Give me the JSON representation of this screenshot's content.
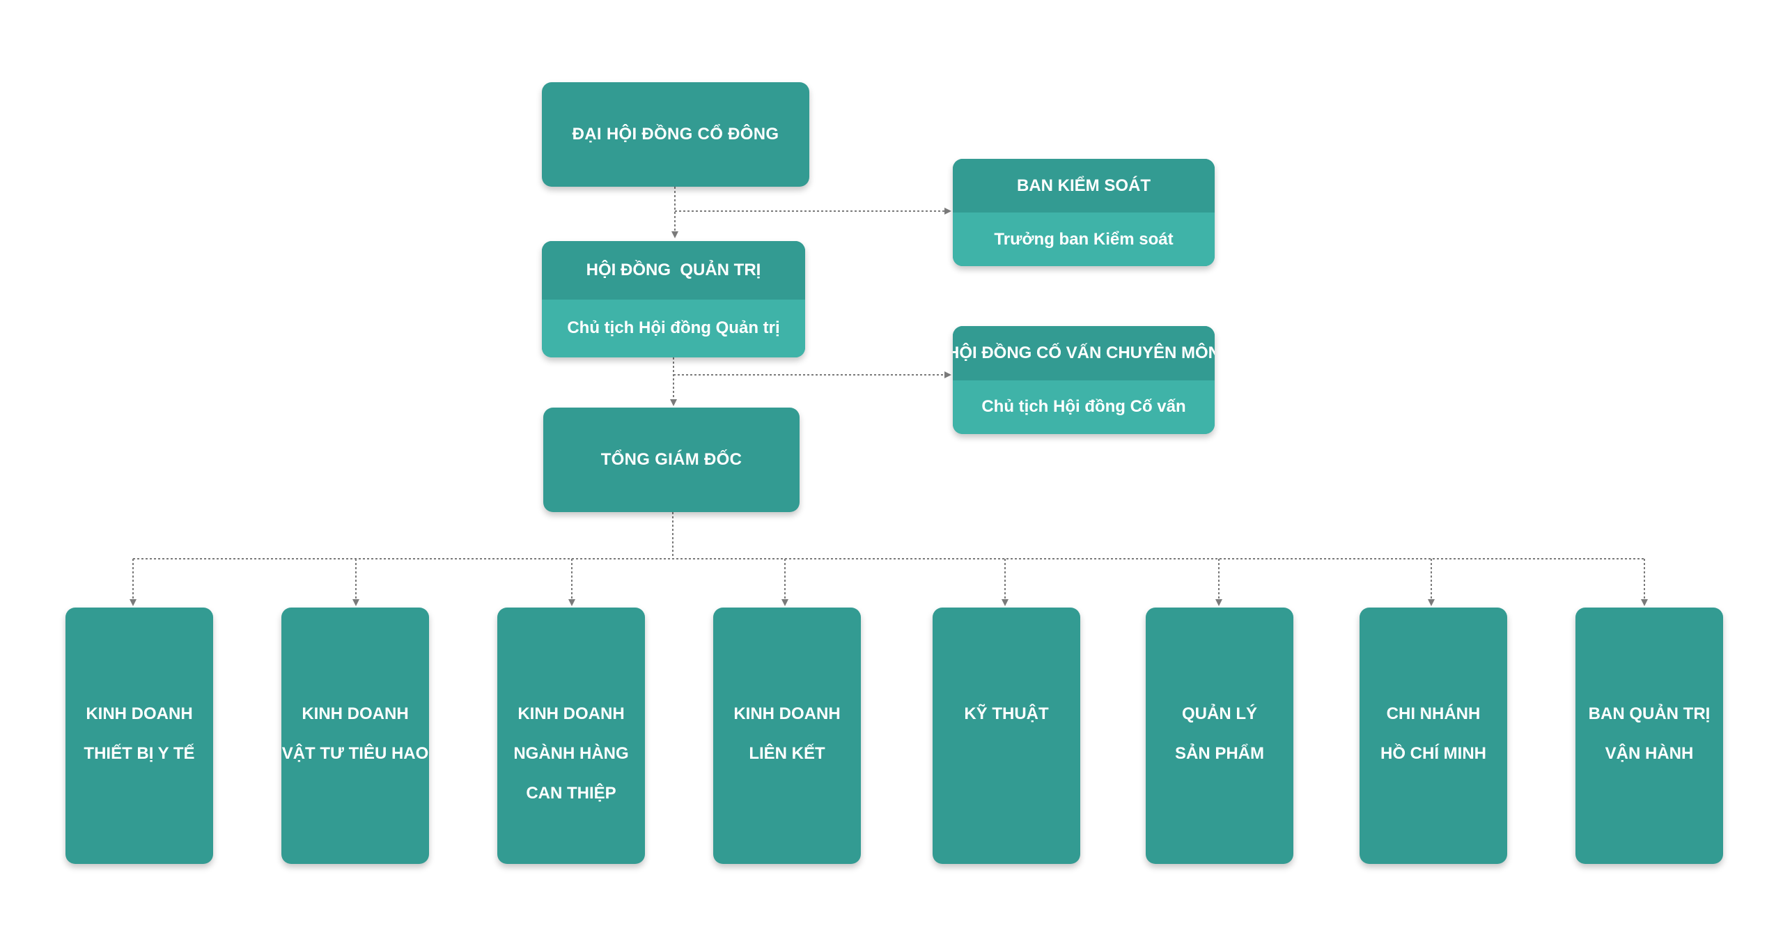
{
  "colors": {
    "box": "#339b92",
    "sub_box": "#3fb3a8",
    "connector": "#7a7a7a"
  },
  "shareholders": {
    "title": "ĐẠI HỘI ĐỒNG CỔ ĐÔNG"
  },
  "supervisory": {
    "title": "BAN KIỂM SOÁT",
    "sub": "Trưởng ban Kiểm soát"
  },
  "board": {
    "title": "HỘI ĐỒNG  QUẢN TRỊ",
    "sub": "Chủ tịch Hội đồng Quản trị"
  },
  "advisory": {
    "title": "HỘI ĐỒNG CỐ VẤN CHUYÊN MÔN",
    "sub": "Chủ tịch Hội đồng Cố vấn"
  },
  "ceo": {
    "title": "TỔNG GIÁM ĐỐC"
  },
  "departments": [
    {
      "lines": [
        "KINH DOANH",
        "THIẾT BỊ Y TẾ"
      ]
    },
    {
      "lines": [
        "KINH DOANH",
        "VẬT TƯ TIÊU HAO"
      ]
    },
    {
      "lines": [
        "KINH DOANH",
        "NGÀNH HÀNG",
        "CAN THIỆP"
      ]
    },
    {
      "lines": [
        "KINH DOANH",
        "LIÊN KẾT"
      ]
    },
    {
      "lines": [
        "KỸ THUẬT"
      ]
    },
    {
      "lines": [
        "QUẢN LÝ",
        "SẢN PHẨM"
      ]
    },
    {
      "lines": [
        "CHI NHÁNH",
        "HỒ CHÍ MINH"
      ]
    },
    {
      "lines": [
        "BAN QUẢN TRỊ",
        "VẬN HÀNH"
      ]
    }
  ]
}
